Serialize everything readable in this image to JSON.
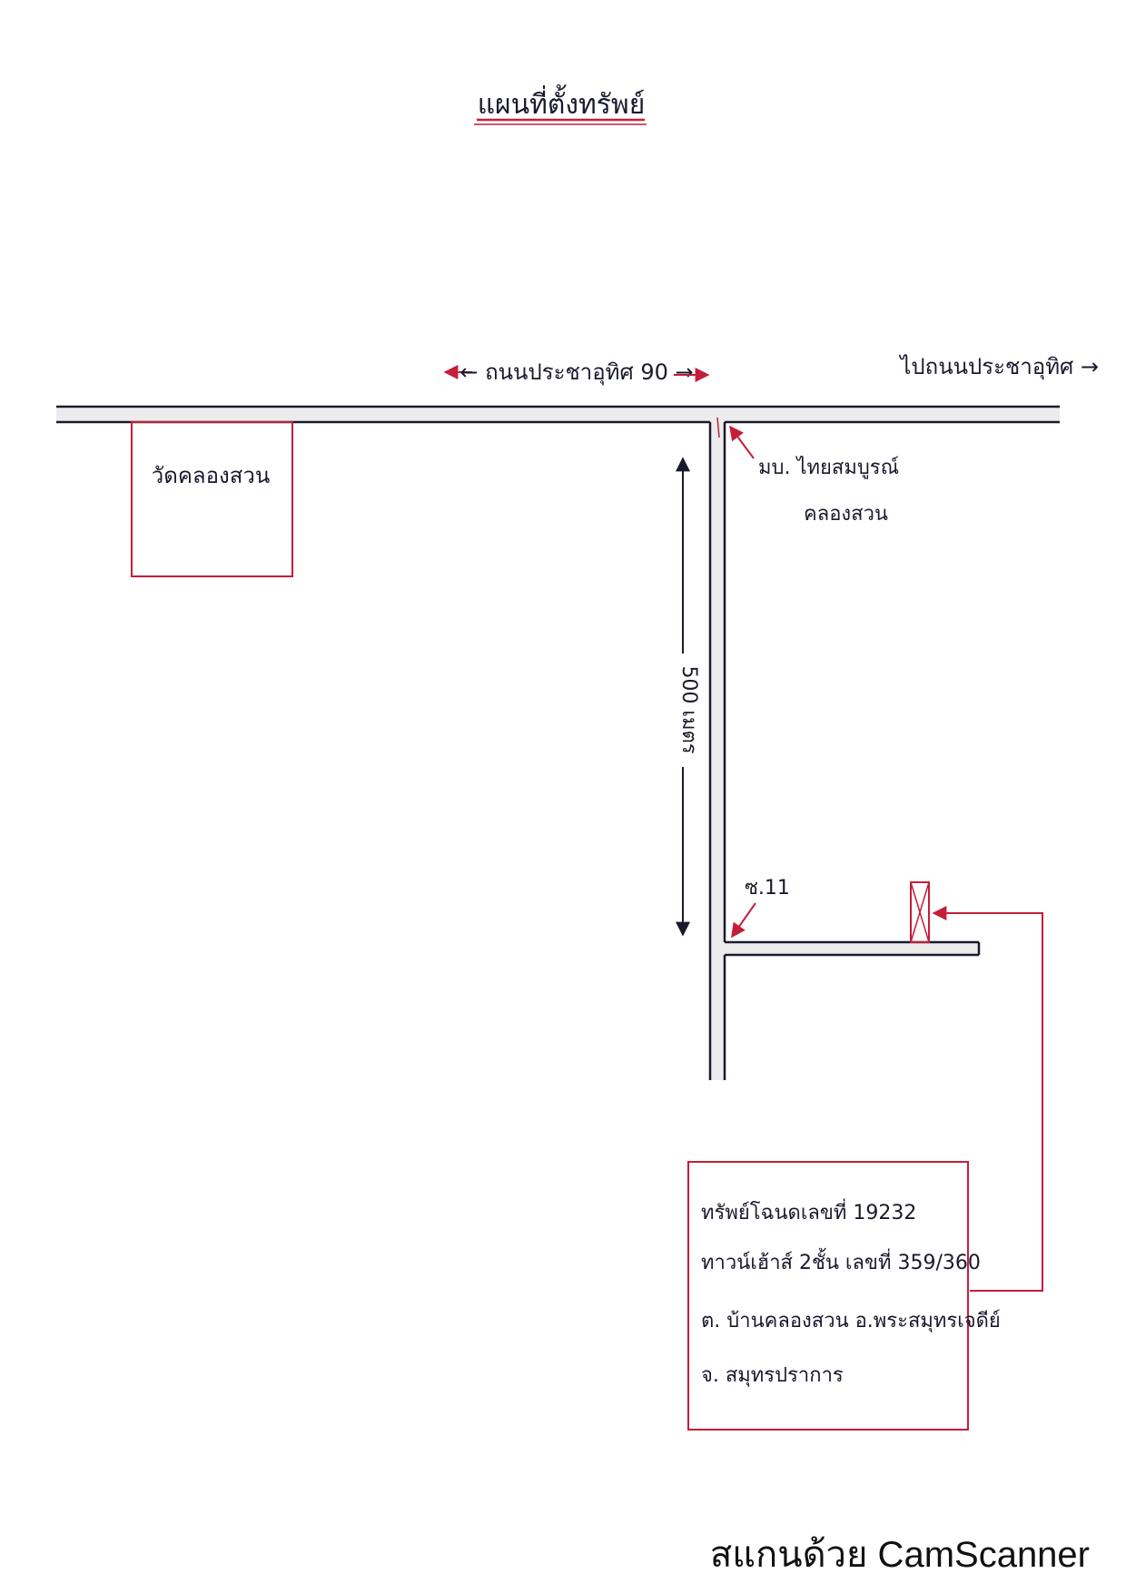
{
  "title": "แผนที่ตั้งทรัพย์",
  "roads": {
    "main_road_label": "← ถนนประชาอุทิศ 90 →",
    "to_road_label": "ไปถนนประชาอุทิศ →",
    "soi_label": "ซ.11",
    "distance_label": "500 เมตร"
  },
  "landmarks": {
    "temple": "วัดคลองสวน",
    "village_line1": "มบ. ไทยสมบูรณ์",
    "village_line2": "คลองสวน"
  },
  "property_box": {
    "line1": "ทรัพย์โฉนดเลขที่ 19232",
    "line2": "ทาวน์เฮ้าส์ 2ชั้น เลขที่ 359/360",
    "line3": "ต. บ้านคลองสวน อ.พระสมุทรเจดีย์",
    "line4": "จ. สมุทรปราการ"
  },
  "footer": {
    "watermark": "สแกนด้วย CamScanner"
  },
  "colors": {
    "ink": "#1a1a2e",
    "red": "#c41e3a",
    "road_fill": "#ececec"
  }
}
